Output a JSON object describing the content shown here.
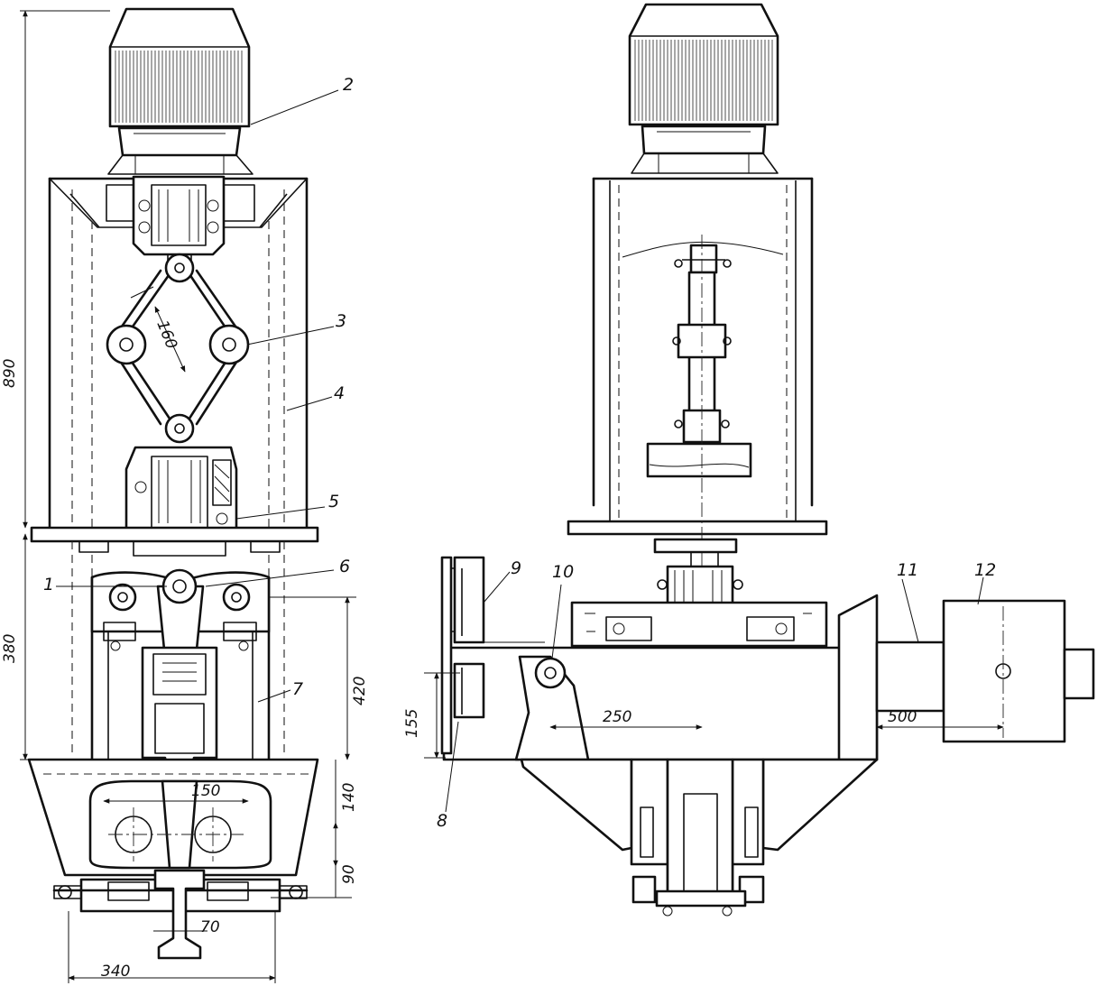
{
  "left_view": {
    "part_labels": [
      "2",
      "3",
      "4",
      "5",
      "6",
      "1",
      "7"
    ],
    "dimensions": {
      "total_height": "890",
      "lower_height": "380",
      "right_height": "420",
      "link_length": "160",
      "roll_gap": "150",
      "roll_height": "140",
      "bottom_height": "90",
      "rail_width": "70",
      "base_width": "340"
    }
  },
  "right_view": {
    "part_labels": [
      "9",
      "10",
      "11",
      "12",
      "8"
    ],
    "dimensions": {
      "pivot_height": "155",
      "arm_offset": "250",
      "weight_arm": "500"
    }
  }
}
